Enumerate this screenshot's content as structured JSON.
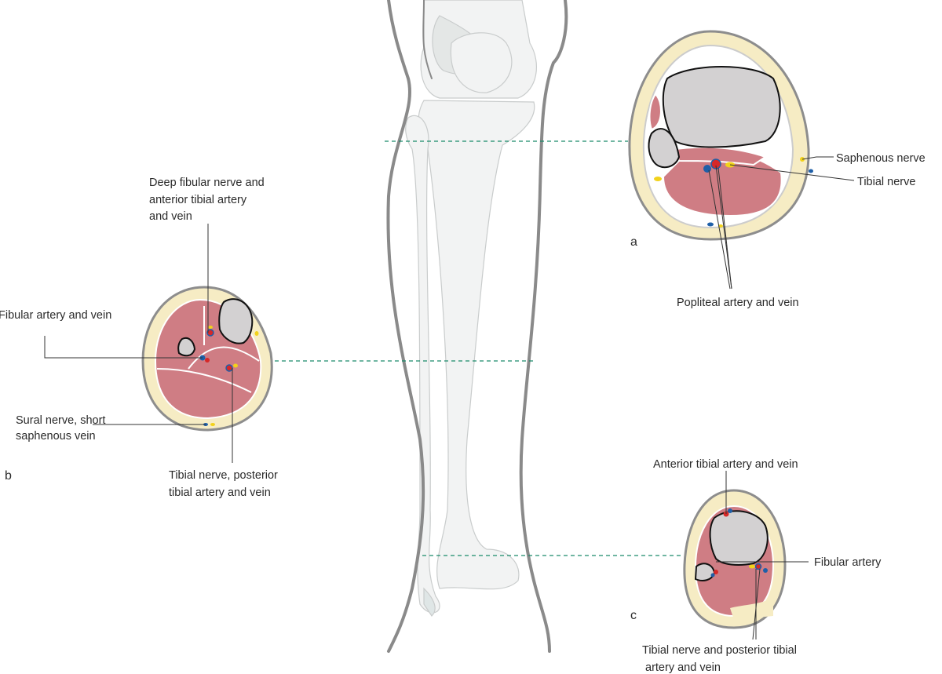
{
  "colors": {
    "dashed_line": "#1a8a6a",
    "muscle": "#cf7d84",
    "fat": "#f6ecc4",
    "artery": "#d62828",
    "vein": "#1f5fa8",
    "nerve": "#f2d21b"
  },
  "panel_a": {
    "letter": "a",
    "labels": {
      "saphenous_nerve": "Saphenous nerve",
      "tibial_nerve": "Tibial nerve",
      "popliteal": "Popliteal artery and vein"
    }
  },
  "panel_b": {
    "letter": "b",
    "labels": {
      "deep_fibular": [
        "Deep fibular nerve and",
        "anterior tibial artery",
        "and vein"
      ],
      "fibular": "Fibular artery and vein",
      "sural": [
        "Sural nerve, short",
        "saphenous vein"
      ],
      "tibial": [
        "Tibial nerve, posterior",
        "tibial artery and vein"
      ]
    }
  },
  "panel_c": {
    "letter": "c",
    "labels": {
      "anterior_tibial": "Anterior tibial artery and vein",
      "fibular_artery": "Fibular artery",
      "tibial": [
        "Tibial nerve and posterior tibial",
        "artery and vein"
      ]
    }
  }
}
